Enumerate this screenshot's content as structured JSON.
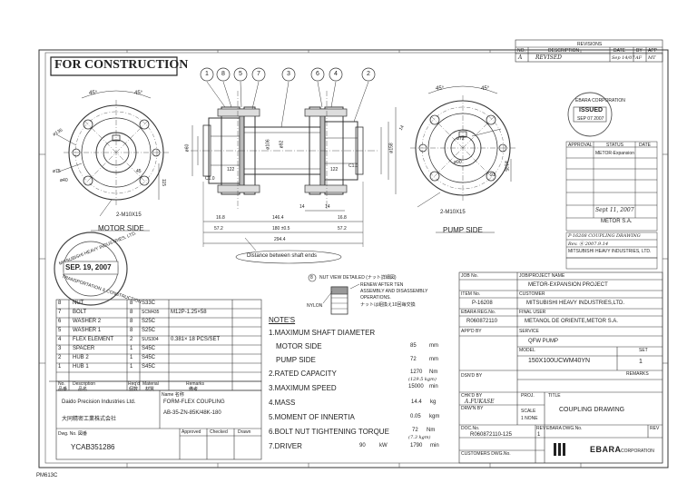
{
  "construction_stamp": "FOR CONSTRUCTION",
  "page_code": "PM613C",
  "balloons": [
    "1",
    "8",
    "5",
    "7",
    "3",
    "6",
    "4",
    "2"
  ],
  "views": {
    "motor_side": "MOTOR SIDE",
    "pump_side": "PUMP SIDE",
    "bolt_callout": "2-M10X15",
    "motor_dims": {
      "a45l": "45°",
      "a45r": "45°",
      "d135": "ø135",
      "d115": "115",
      "d75": "ø75",
      "d40": "ø40",
      "d45": "45"
    },
    "pump_dims": {
      "a45l": "45°",
      "a45r": "45°",
      "d72": "ø72",
      "d14": "14",
      "d90": "ø90",
      "d91": "91",
      "d135": "ø135"
    },
    "section_dims": {
      "c10": "C1.0",
      "c10b": "C1.0",
      "d168": "16.8",
      "d1464": "146.4",
      "d168b": "16.8",
      "d14a": "14",
      "d14b": "14",
      "d572": "57.2",
      "d180": "180 ±0.5",
      "d572b": "57.2",
      "d2944": "294.4",
      "d92": "ø92",
      "d106": "ø106",
      "d158": "ø158",
      "d60": "ø60",
      "d122": "122",
      "d122b": "122",
      "distance_note": "Distance between shaft ends"
    }
  },
  "inspection_stamp": {
    "line1": "MITSUBISHI HEAVY INDUSTRIES, LTD.",
    "date": "SEP. 19, 2007",
    "line2": "TRANSPORTATION & CONSTRUCTION"
  },
  "issued_stamp": {
    "top": "EBARA CORPORATION",
    "word": "ISSUED",
    "date": "SEP 07 2007"
  },
  "nut_view": {
    "ref": "8",
    "title": "NUT VIEW DETAILED (ナット詳細図)",
    "note1": "RENEW AFTER TEN",
    "note2": "ASSEMBLY AND DISASSEMBLY",
    "note3": "OPERATIONS.",
    "note4": "ナットは組換え10回毎交換",
    "nylon": "NYLON"
  },
  "revisions": {
    "title": "REVISIONS",
    "headers": [
      "NO.",
      "DESCRIPTION",
      "DATE",
      "BY",
      "APP"
    ],
    "rows": [
      [
        "A",
        "REVISED",
        "Sep 14/07",
        "AF",
        "MT"
      ]
    ]
  },
  "parts_list": {
    "rows": [
      [
        "8",
        "NUT",
        "8",
        "S33C",
        "",
        ""
      ],
      [
        "7",
        "BOLT",
        "8",
        "SCM435",
        "M12P-1.25×58",
        ""
      ],
      [
        "6",
        "WASHER 2",
        "8",
        "S25C",
        "",
        ""
      ],
      [
        "5",
        "WASHER 1",
        "8",
        "S25C",
        "",
        ""
      ],
      [
        "4",
        "FLEX ELEMENT",
        "2",
        "SUS304",
        "0.381× 18  PCS/SET",
        ""
      ],
      [
        "3",
        "SPACER",
        "1",
        "S45C",
        "",
        ""
      ],
      [
        "2",
        "HUB 2",
        "1",
        "S45C",
        "",
        ""
      ],
      [
        "1",
        "HUB 1",
        "1",
        "S45C",
        "",
        ""
      ]
    ],
    "header": [
      "No.",
      "Description",
      "Req'd",
      "Material",
      "Remarks"
    ],
    "header_jp": [
      "品番",
      "品名",
      "個数",
      "材質",
      "備考"
    ],
    "company": "Daido Precision Industries Ltd.",
    "company_jp": "大同精密工業株式会社",
    "name_label": "Name 名称",
    "product_name": "FORM-FLEX COUPLING",
    "product_code": "AB-35-ZN-85K/48K-180",
    "dwg_label": "Dwg. No. 図番",
    "dwg_no": "YCAB351286",
    "approved": "Approved",
    "checked": "Checked",
    "drawn": "Drawn"
  },
  "notes": {
    "title": "NOTE'S",
    "n1": "1.MAXIMUM SHAFT DIAMETER",
    "motor_side": "MOTOR SIDE",
    "motor_val": "85",
    "motor_unit": "mm",
    "pump_side": "PUMP SIDE",
    "pump_val": "72",
    "pump_unit": "mm",
    "n2": "2.RATED CAPACITY",
    "n2_val": "1270",
    "n2_unit": "Nm",
    "n2_alt": "(129.5 kgm)",
    "n3": "3.MAXIMUM SPEED",
    "n3_val": "15000",
    "n3_unit": "min",
    "n4": "4.MASS",
    "n4_val": "14.4",
    "n4_unit": "kg",
    "n5": "5.MOMENT OF INNERTIA",
    "n5_val": "0.05",
    "n5_unit": "kgm",
    "n6": "6.BOLT NUT TIGHTENING TORQUE",
    "n6_val": "72",
    "n6_unit": "Nm",
    "n6_alt": "(7.3 kgm)",
    "n7": "7.DRIVER",
    "n7_val": "90",
    "n7_unit": "kW",
    "n7_speed": "1790",
    "n7_speed_unit": "min"
  },
  "ebara_block": {
    "job_no_label": "JOB No.",
    "job_name_label": "JOB/PROJECT NAME",
    "project": "METOR-EXPANSION PROJECT",
    "item_no_label": "ITEM No.",
    "customer_label": "CUSTOMER",
    "item_no": "P-16208",
    "customer": "MITSUBISHI HEAVY INDUSTRIES,LTD.",
    "ebara_ref_label": "EBARA REG.No.",
    "final_user_label": "FINAL USER",
    "ebara_ref": "R060872110",
    "final_user": "METANOL DE ORIENTE,METOR S.A.",
    "appd_label": "APP'D BY",
    "service_label": "SERVICE",
    "service": "QFW PUMP",
    "model_label": "MODEL",
    "model": "150X100UCWM40YN",
    "set_label": "SET",
    "set": "1",
    "remarks_label": "REMARKS",
    "dsnd_label": "DSN'D BY",
    "chkd_label": "CHK'D BY",
    "chkd_name": "A.FUKASE",
    "drwn_label": "DRW'N BY",
    "proj_label": "PROJ.",
    "scale_label": "SCALE",
    "scale": "1 NONE",
    "title_label": "TITLE",
    "title": "COUPLING DRAWING",
    "doc_label": "DOC.No.",
    "doc_no": "R060872110-125",
    "rev_label": "REV",
    "rev": "1",
    "ebara_dwg_label": "EBARA DWG.No.",
    "rev2_label": "REV",
    "customers_dwg_label": "CUSTOMERS DWG.No.",
    "brand": "EBARA",
    "brand_suffix": "CORPORATION"
  },
  "approval_box": {
    "rows": [
      [
        "APPROVAL",
        "STATUS",
        "DATE"
      ],
      [
        "",
        "METOR-Expansion",
        ""
      ],
      [
        "",
        "",
        ""
      ],
      [
        "",
        "",
        ""
      ],
      [
        "",
        "",
        ""
      ],
      [
        "",
        "",
        ""
      ]
    ],
    "metor": "METOR S.A.",
    "sign_date": "Sept 11, 2007",
    "mhi_line1": "P-16208 COUPLING DRAWING",
    "mhi_line2": "Rev. Ⓐ 2007.9.14",
    "mhi_company": "MITSUBISHI HEAVY INDUSTRIES, LTD."
  }
}
